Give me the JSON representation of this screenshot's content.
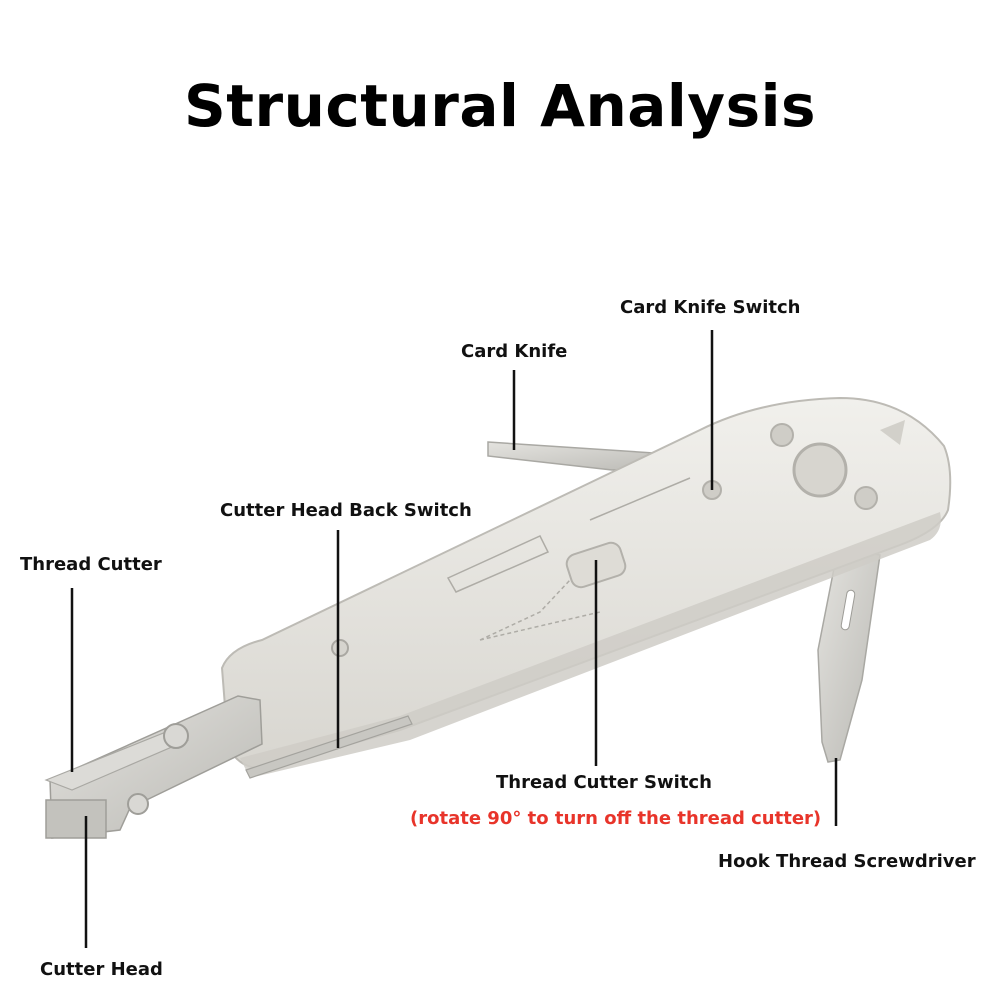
{
  "title": "Structural Analysis",
  "labels": {
    "card_knife_switch": "Card Knife Switch",
    "card_knife": "Card Knife",
    "cutter_head_back_switch": "Cutter Head Back Switch",
    "thread_cutter": "Thread Cutter",
    "thread_cutter_switch": "Thread Cutter Switch",
    "thread_cutter_note": "(rotate 90° to turn off the thread cutter)",
    "hook_thread_screwdriver": "Hook Thread Screwdriver",
    "cutter_head": "Cutter Head"
  },
  "colors": {
    "text": "#111111",
    "note": "#e8342a",
    "tool_body": "#e9e8e4",
    "tool_shadow": "#cfcdc7",
    "metal": "#c9c8c4",
    "leader": "#111111"
  }
}
